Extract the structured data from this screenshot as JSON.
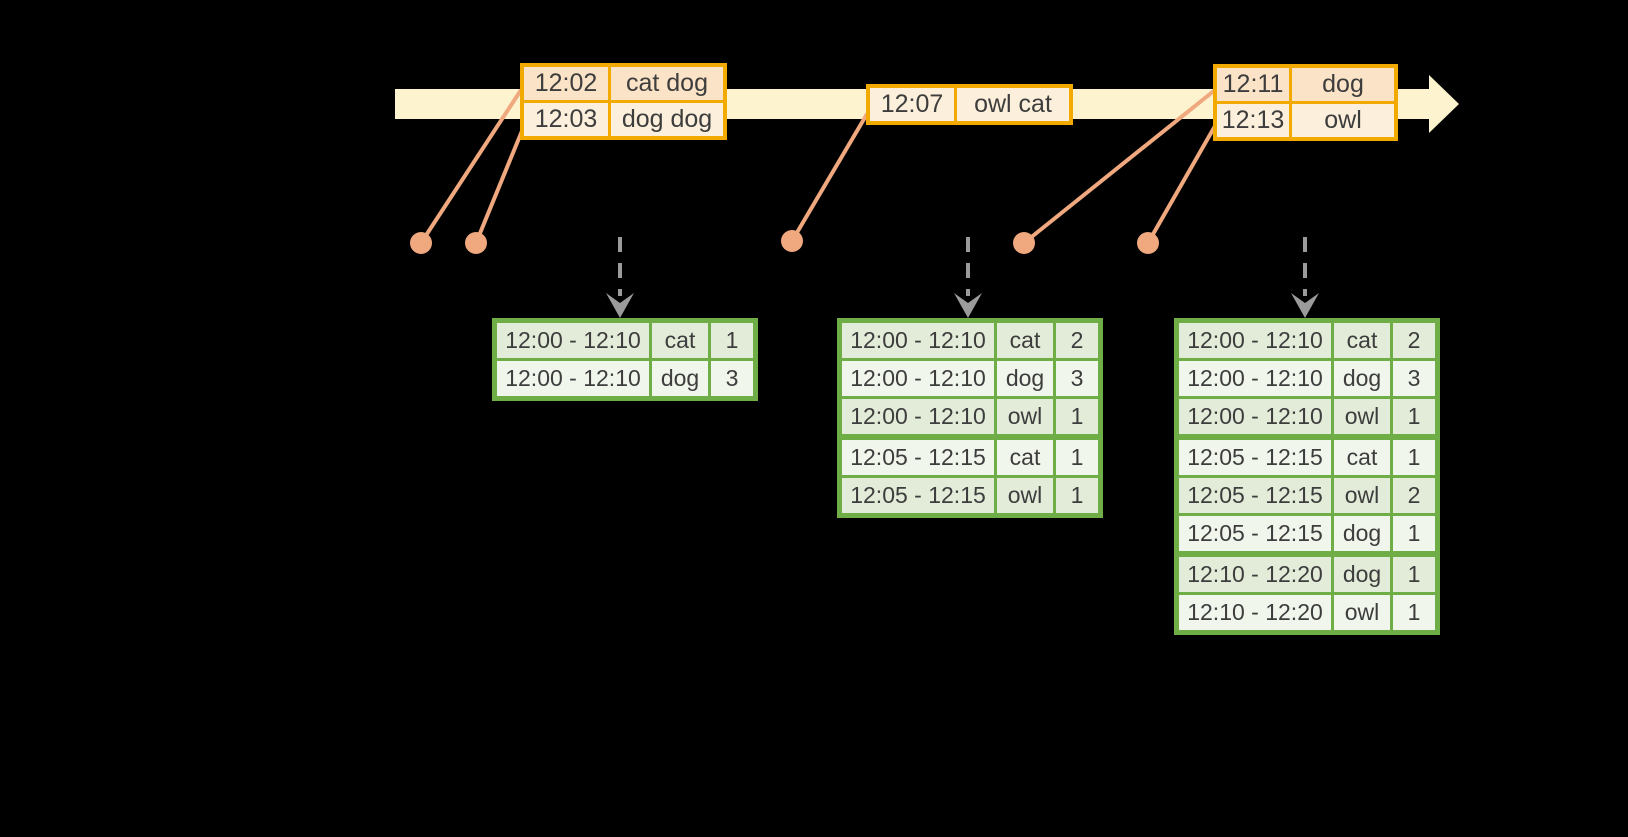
{
  "palette": {
    "background": "#000000",
    "timeline_fill": "#FDF3CF",
    "event_border": "#F2A900",
    "event_row_dark": "#FAE3C6",
    "event_row_light": "#FCF0DC",
    "connector": "#F0A87E",
    "result_border": "#6FAD47",
    "result_row_dark": "#E2ECD8",
    "result_row_light": "#F1F6ED",
    "trigger_arrow": "#9B9B9B",
    "text": "#3D3D3D"
  },
  "event_tables": [
    {
      "rows": [
        {
          "time": "12:02",
          "words": "cat dog"
        },
        {
          "time": "12:03",
          "words": "dog dog"
        }
      ]
    },
    {
      "rows": [
        {
          "time": "12:07",
          "words": "owl cat"
        }
      ]
    },
    {
      "rows": [
        {
          "time": "12:11",
          "words": "dog"
        },
        {
          "time": "12:13",
          "words": "owl"
        }
      ]
    }
  ],
  "result_tables": [
    {
      "groups": [
        [
          {
            "window": "12:00 - 12:10",
            "word": "cat",
            "count": "1"
          },
          {
            "window": "12:00 - 12:10",
            "word": "dog",
            "count": "3"
          }
        ]
      ]
    },
    {
      "groups": [
        [
          {
            "window": "12:00 - 12:10",
            "word": "cat",
            "count": "2"
          },
          {
            "window": "12:00 - 12:10",
            "word": "dog",
            "count": "3"
          },
          {
            "window": "12:00 - 12:10",
            "word": "owl",
            "count": "1"
          }
        ],
        [
          {
            "window": "12:05 - 12:15",
            "word": "cat",
            "count": "1"
          },
          {
            "window": "12:05 - 12:15",
            "word": "owl",
            "count": "1"
          }
        ]
      ]
    },
    {
      "groups": [
        [
          {
            "window": "12:00 - 12:10",
            "word": "cat",
            "count": "2"
          },
          {
            "window": "12:00 - 12:10",
            "word": "dog",
            "count": "3"
          },
          {
            "window": "12:00 - 12:10",
            "word": "owl",
            "count": "1"
          }
        ],
        [
          {
            "window": "12:05 - 12:15",
            "word": "cat",
            "count": "1"
          },
          {
            "window": "12:05 - 12:15",
            "word": "owl",
            "count": "2"
          },
          {
            "window": "12:05 - 12:15",
            "word": "dog",
            "count": "1"
          }
        ],
        [
          {
            "window": "12:10 - 12:20",
            "word": "dog",
            "count": "1"
          },
          {
            "window": "12:10 - 12:20",
            "word": "owl",
            "count": "1"
          }
        ]
      ]
    }
  ]
}
